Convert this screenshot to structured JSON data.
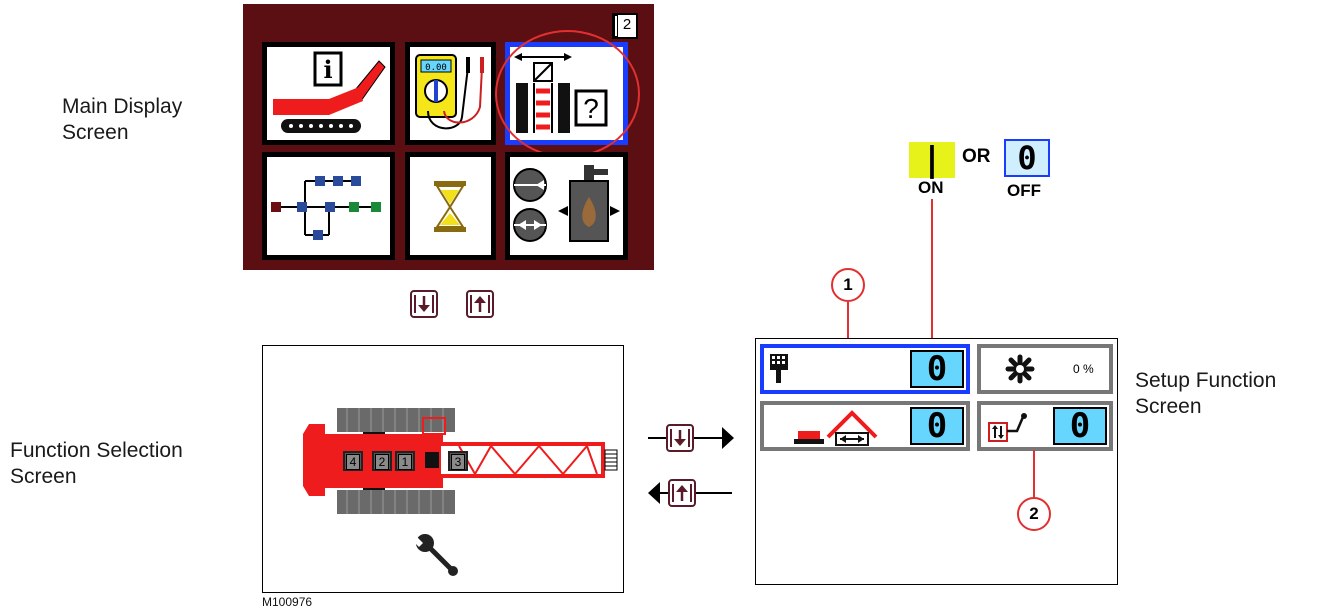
{
  "captions": {
    "main_display": "Main Display\nScreen",
    "function_selection": "Function Selection\nScreen",
    "setup_function": "Setup Function\nScreen"
  },
  "main_display": {
    "page_number": "2",
    "icons": [
      "info-icon",
      "multimeter-icon",
      "boom-diagnostics-icon",
      "network-diagram-icon",
      "hourglass-icon",
      "valve-pump-icon"
    ]
  },
  "function_selection": {
    "slot_labels": [
      "4",
      "2",
      "1",
      "3"
    ],
    "icon": "wrench-icon"
  },
  "setup_function": {
    "state_value": "0",
    "fan_percent": "0 %",
    "cells": [
      "remote-control-cell",
      "fan-speed-cell",
      "boom-setup-cell",
      "hydraulic-setup-cell"
    ]
  },
  "legend": {
    "on_symbol": "|",
    "off_symbol": "0",
    "or_label": "OR",
    "on_label": "ON",
    "off_label": "OFF"
  },
  "callouts": [
    "1",
    "2"
  ],
  "figure_id": "M100976",
  "colors": {
    "panel_background": "#5c0f12",
    "selection_blue": "#1a3cff",
    "value_cyan": "#66d6ff",
    "on_yellow": "#e6f21a",
    "crane_red": "#ee1c1c",
    "callout_red": "#e03030"
  }
}
